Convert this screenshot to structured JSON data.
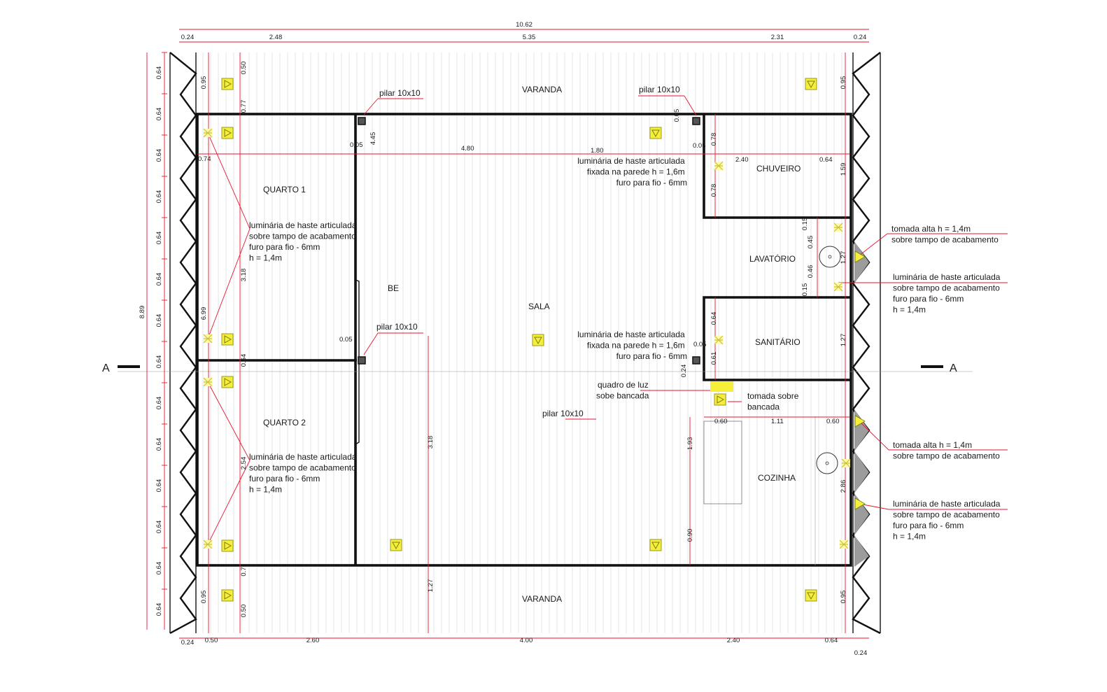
{
  "rooms": {
    "varanda_top": "VARANDA",
    "varanda_bottom": "VARANDA",
    "quarto1": "QUARTO 1",
    "quarto2": "QUARTO 2",
    "be": "BE",
    "sala": "SALA",
    "chuveiro": "CHUVEIRO",
    "lavatorio": "LAVATÓRIO",
    "sanitario": "SANITÁRIO",
    "cozinha": "COZINHA"
  },
  "section_marks": {
    "left": "A",
    "right": "A"
  },
  "pillars": {
    "p1": "pilar 10x10",
    "p2": "pilar 10x10",
    "p3": "pilar 10x10",
    "p4": "pilar 10x10"
  },
  "notes": {
    "q1": [
      "luminária de haste articulada",
      "sobre tampo de acabamento",
      "furo para fio - 6mm",
      "h = 1,4m"
    ],
    "q2": [
      "luminária de haste articulada",
      "sobre tampo de acabamento",
      "furo para fio - 6mm",
      "h = 1,4m"
    ],
    "wall_top": [
      "luminária de haste articulada",
      "fixada na parede h = 1,6m",
      "furo para fio - 6mm"
    ],
    "wall_mid": [
      "luminária de haste articulada",
      "fixada na parede h = 1,6m",
      "furo para fio - 6mm"
    ],
    "quadro": [
      "quadro de luz",
      "sobe bancada"
    ],
    "tomada_bancada": [
      "tomada sobre",
      "bancada"
    ],
    "tomada1": [
      "tomada alta h = 1,4m",
      "sobre tampo de acabamento"
    ],
    "lum_r1": [
      "luminária de haste articulada",
      "sobre tampo de acabamento",
      "furo para fio - 6mm",
      "h = 1,4m"
    ],
    "tomada2": [
      "tomada alta h = 1,4m",
      "sobre tampo de acabamento"
    ],
    "lum_r2": [
      "luminária de haste articulada",
      "sobre tampo de acabamento",
      "furo para fio - 6mm",
      "h = 1,4m"
    ]
  },
  "dims": {
    "total_w": "10.62",
    "top": [
      "0.24",
      "2.48",
      "5.35",
      "2.31",
      "0.24"
    ],
    "bottom": [
      "0.24",
      "0.50",
      "2.60",
      "4.00",
      "2.40",
      "0.64",
      "0.24"
    ],
    "left_total": "8.89",
    "left_mod": "0.64",
    "inner": {
      "d095_tl": "0.95",
      "d050_t": "0.50",
      "d077": "0.77",
      "d074": "0.74",
      "d699": "6.99",
      "d318_l": "3.18",
      "d064_l": "0.64",
      "d254": "2.54",
      "d07": "0.7",
      "d050_b": "0.50",
      "d095_bl": "0.95",
      "d005_a": "0.05",
      "d445": "4.45",
      "d480": "4.80",
      "d005_b": "0.05",
      "d318_m": "3.18",
      "d127_m": "1.27",
      "d005_c": "0.05",
      "d005_d": "0.05",
      "d180": "1.80",
      "d240_c": "2.40",
      "d064_c": "0.64",
      "d078_a": "0.78",
      "d078_b": "0.78",
      "d159": "1.59",
      "d095_tr": "0.95",
      "d015_a": "0.15",
      "d045": "0.45",
      "d127_a": "1.27",
      "d046": "0.46",
      "d015_b": "0.15",
      "d064_s": "0.64",
      "d061": "0.61",
      "d005_e": "0.05",
      "d127_b": "1.27",
      "d024": "0.24",
      "d060_a": "0.60",
      "d111": "1.11",
      "d060_b": "0.60",
      "d193": "1.93",
      "d090": "0.90",
      "d286": "2.86",
      "d095_br": "0.95"
    }
  }
}
